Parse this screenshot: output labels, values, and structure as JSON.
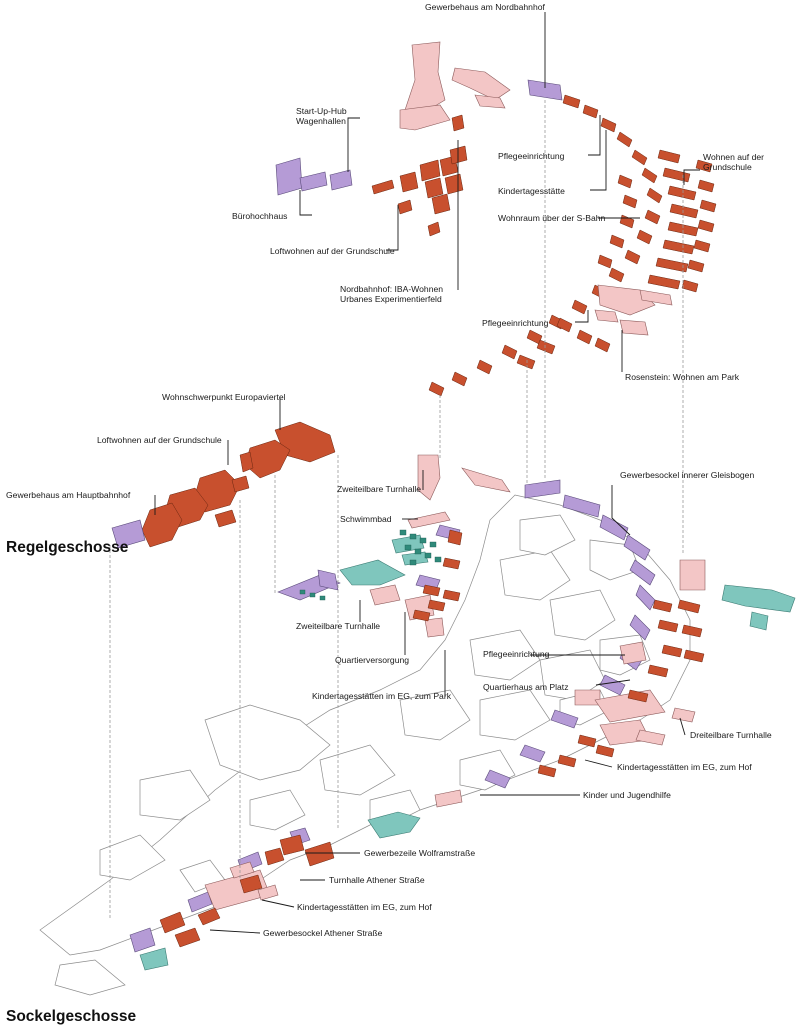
{
  "section_labels": {
    "upper": "Regelgeschosse",
    "lower": "Sockelgeschosse"
  },
  "labels_upper": [
    "Gewerbehaus am Nordbahnhof",
    "Start-Up-Hub",
    "Wagenhallen",
    "Bürohochhaus",
    "Loftwohnen auf der Grundschule",
    "Pflegeeinrichtung",
    "Kindertagesstätte",
    "Wohnraum über der S-Bahn",
    "Wohnen auf der",
    "Grundschule",
    "Nordbahnhof: IBA-Wohnen",
    "Urbanes Experimentierfeld",
    "Pflegeeinrichtung",
    "Rosenstein: Wohnen am Park",
    "Wohnschwerpunkt Europaviertel",
    "Loftwohnen auf der Grundschule",
    "Gewerbehaus am Hauptbahnhof"
  ],
  "labels_lower": [
    "Zweiteilbare Turnhalle",
    "Gewerbesockel innerer Gleisbogen",
    "Schwimmbad",
    "Zweiteilbare Turnhalle",
    "Quartierversorgung",
    "Pflegeeinrichtung",
    "Quartierhaus am Platz",
    "Kindertagesstätten im EG, zum Park",
    "Dreiteilbare Turnhalle",
    "Kindertagesstätten im EG, zum Hof",
    "Kinder und Jugendhilfe",
    "Gewerbezeile Wolframstraße",
    "Turnhalle Athener Straße",
    "Kindertagesstätten im EG, zum Hof",
    "Gewerbesockel Athener Straße"
  ],
  "colors": {
    "residential": "#c8502e",
    "commercial": "#b59bd6",
    "social": "#f3c6c6",
    "sports": "#7fc6bd",
    "outline": "#8c8c8c"
  }
}
